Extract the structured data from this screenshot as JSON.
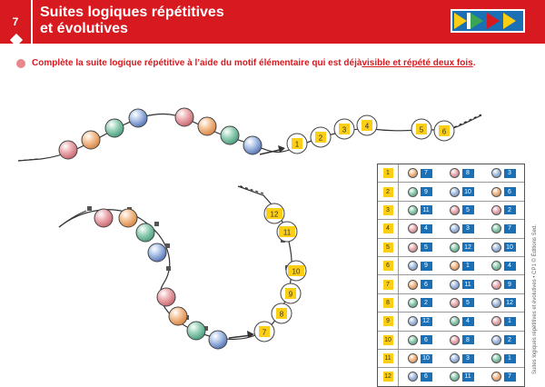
{
  "header": {
    "page_number": "7",
    "title_line1": "Suites logiques répétitives",
    "title_line2": "et évolutives"
  },
  "instruction": {
    "text": "Complète la suite logique répétitive à l’aide du motif élémentaire qui est déjà ",
    "underlined": "visible et répété deux fois",
    "end": "."
  },
  "colors": {
    "pink": "#e6a3a8",
    "orange": "#f3b07a",
    "teal": "#7fc6a6",
    "blue": "#9cb6e0",
    "red": "#d71920",
    "yellow": "#fccf15",
    "box_blue": "#1a6fb5"
  },
  "top_chain": {
    "numbers": [
      "1",
      "2",
      "3",
      "4",
      "5",
      "6"
    ]
  },
  "bottom_chain": {
    "numbers": [
      "7",
      "8",
      "9",
      "10",
      "11",
      "12"
    ]
  },
  "table": {
    "rows": [
      {
        "num": "1",
        "c": [
          [
            "orange",
            "7"
          ],
          [
            "pink",
            "8"
          ],
          [
            "blue",
            "3"
          ]
        ]
      },
      {
        "num": "2",
        "c": [
          [
            "teal",
            "9"
          ],
          [
            "blue",
            "10"
          ],
          [
            "orange",
            "6"
          ]
        ]
      },
      {
        "num": "3",
        "c": [
          [
            "teal",
            "11"
          ],
          [
            "pink",
            "5"
          ],
          [
            "pink",
            "2"
          ]
        ]
      },
      {
        "num": "4",
        "c": [
          [
            "pink",
            "4"
          ],
          [
            "blue",
            "3"
          ],
          [
            "teal",
            "7"
          ]
        ]
      },
      {
        "num": "5",
        "c": [
          [
            "pink",
            "5"
          ],
          [
            "teal",
            "12"
          ],
          [
            "blue",
            "10"
          ]
        ]
      },
      {
        "num": "6",
        "c": [
          [
            "blue",
            "9"
          ],
          [
            "orange",
            "1"
          ],
          [
            "teal",
            "4"
          ]
        ]
      },
      {
        "num": "7",
        "c": [
          [
            "orange",
            "6"
          ],
          [
            "blue",
            "11"
          ],
          [
            "pink",
            "9"
          ]
        ]
      },
      {
        "num": "8",
        "c": [
          [
            "teal",
            "2"
          ],
          [
            "pink",
            "5"
          ],
          [
            "blue",
            "12"
          ]
        ]
      },
      {
        "num": "9",
        "c": [
          [
            "blue",
            "12"
          ],
          [
            "teal",
            "4"
          ],
          [
            "pink",
            "1"
          ]
        ]
      },
      {
        "num": "10",
        "c": [
          [
            "teal",
            "6"
          ],
          [
            "pink",
            "8"
          ],
          [
            "blue",
            "2"
          ]
        ]
      },
      {
        "num": "11",
        "c": [
          [
            "orange",
            "10"
          ],
          [
            "blue",
            "3"
          ],
          [
            "teal",
            "1"
          ]
        ]
      },
      {
        "num": "12",
        "c": [
          [
            "blue",
            "6"
          ],
          [
            "teal",
            "11"
          ],
          [
            "orange",
            "7"
          ]
        ]
      }
    ]
  },
  "side_text": "Suites logiques répétitives et évolutives • CP1 © Éditions Sed."
}
